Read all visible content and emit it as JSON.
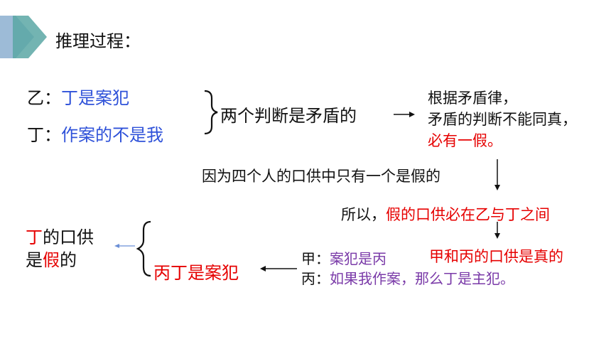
{
  "title": "推理过程：",
  "colors": {
    "accent1": "#7fa9c9",
    "accent2": "#5aa7a5",
    "red": "#e60000",
    "blue": "#2f52d9",
    "purple": "#7a3aa8"
  },
  "statements": {
    "yi_speaker": "乙：",
    "yi_text": "丁是案犯",
    "ding_speaker": "丁：",
    "ding_text": "作案的不是我"
  },
  "contradiction": "两个判断是矛盾的",
  "law": {
    "line1": "根据矛盾律，",
    "line2": "矛盾的判断不能同真，",
    "line3": "必有一假。"
  },
  "only_one_false": "因为四个人的口供中只有一个是假的",
  "so_prefix": "所以，",
  "so_text": "假的口供必在乙与丁之间",
  "jia_bing_true": "甲和丙的口供是真的",
  "jia": {
    "speaker": "甲：",
    "text": "案犯是丙"
  },
  "bing": {
    "speaker": "丙：",
    "text": "如果我作案，那么丁是主犯。"
  },
  "bing_ding_guilty": "丙丁是案犯",
  "conclusion": {
    "ding": "丁",
    "part1": "的口供",
    "is": "是",
    "false": "假",
    "part2": "的"
  }
}
